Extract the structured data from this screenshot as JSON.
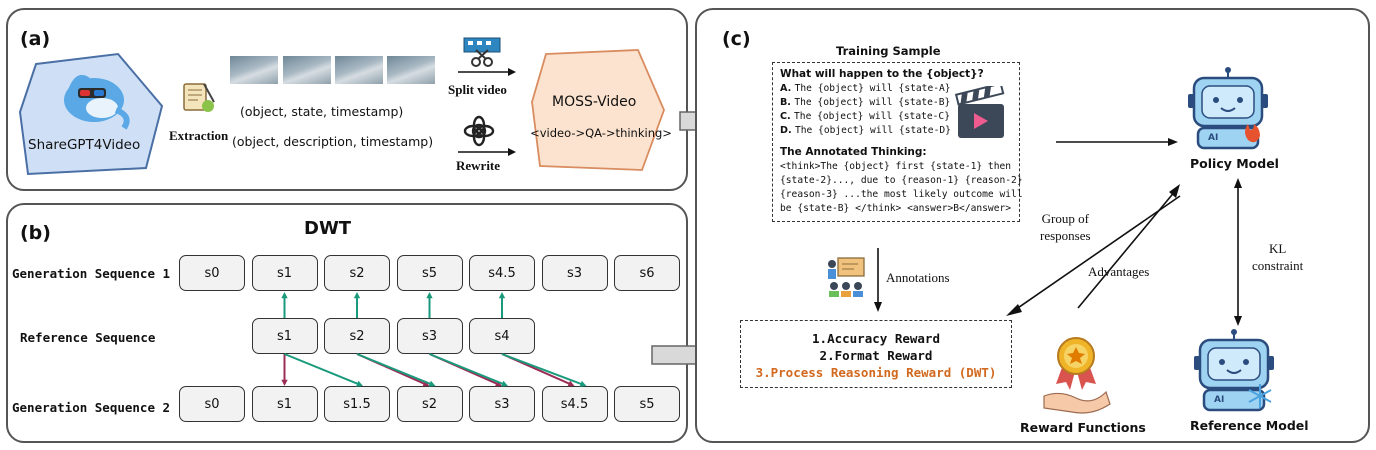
{
  "panel_a": {
    "label": "(a)",
    "source": "ShareGPT4Video",
    "extraction": "Extraction",
    "triple1": "(object, state, timestamp)",
    "triple2": "(object, description, timestamp)",
    "split": "Split video",
    "rewrite": "Rewrite",
    "moss_title": "MOSS-Video",
    "moss_sub": "<video->QA->thinking>"
  },
  "panel_b": {
    "label": "(b)",
    "title": "DWT",
    "row1_label": "Generation Sequence 1",
    "row2_label": "Reference Sequence",
    "row3_label": "Generation Sequence 2",
    "gen1": [
      "s0",
      "s1",
      "s2",
      "s5",
      "s4.5",
      "s3",
      "s6"
    ],
    "ref": [
      "s1",
      "s2",
      "s3",
      "s4"
    ],
    "gen2": [
      "s0",
      "s1",
      "s1.5",
      "s2",
      "s3",
      "s4.5",
      "s5"
    ]
  },
  "panel_c": {
    "label": "(c)",
    "training_title": "Training Sample",
    "question": "What will happen to the {object}?",
    "options": [
      {
        "letter": "A.",
        "text": "The {object} will {state-A}"
      },
      {
        "letter": "B.",
        "text": "The {object} will {state-B}"
      },
      {
        "letter": "C.",
        "text": "The {object} will {state-C}"
      },
      {
        "letter": "D.",
        "text": "The {object} will {state-D}"
      }
    ],
    "thinking_title": "The Annotated Thinking:",
    "thinking_lines": [
      "<think>The {object} first {state-1} then",
      "{state-2}..., due to {reason-1} {reason-2}",
      "{reason-3} ...the most likely outcome will",
      "be {state-B} </think> <answer>B</answer>"
    ],
    "annotations": "Annotations",
    "group_line1": "Group of",
    "group_line2": "responses",
    "advantages": "Advantages",
    "kl_line1": "KL",
    "kl_line2": "constraint",
    "policy_model": "Policy Model",
    "reference_model": "Reference Model",
    "reward_functions": "Reward Functions",
    "reward1": "1.Accuracy Reward",
    "reward2": "2.Format Reward",
    "reward3": "3.Process Reasoning Reward (DWT)",
    "robot_tag": "AI"
  },
  "colors": {
    "green_arrow": "#1a9a7c",
    "red_arrow": "#9b2d55",
    "orange_text": "#d2691e",
    "moss_fill": "#fbe3cf",
    "sharegpt_fill": "#cfe0f6"
  }
}
